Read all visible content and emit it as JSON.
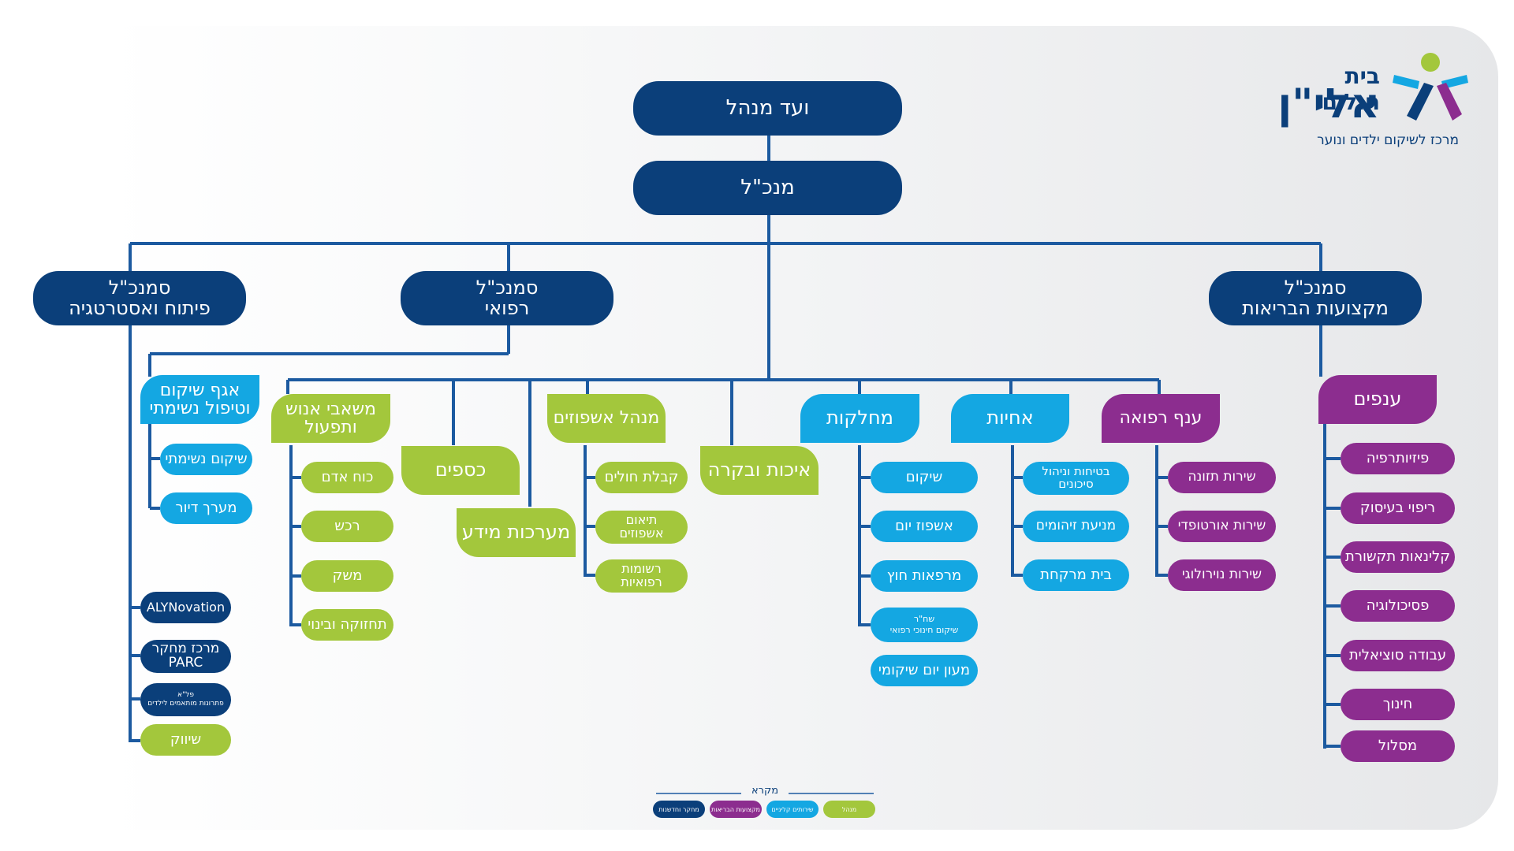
{
  "colors": {
    "navy": "#0b3f7a",
    "lime": "#a3c73c",
    "cyan": "#14a7e2",
    "purple": "#8c2d8f",
    "line": "#1c5aa0"
  },
  "logo": {
    "line1": "בית חולים",
    "line2": "אלי\"ן",
    "tagline": "מרכז לשיקום ילדים ונוער",
    "icon": "people-star-icon"
  },
  "top": {
    "board": "ועד מנהל",
    "ceo": "מנכ\"ל"
  },
  "deputies": {
    "development": "סמנכ\"ל\nפיתוח ואסטרטגיה",
    "medical": "סמנכ\"ל\nרפואי",
    "health_professions": "סמנכ\"ל\nמקצועות הבריאות"
  },
  "development": {
    "rehab_dept": "אגף שיקום\nוטיפול נשימתי",
    "rehab_items": [
      "שיקום נשימתי",
      "מערך דיור"
    ],
    "units": [
      "ALYNovation",
      "מרכז מחקר\nPARC",
      "פל\"א\nפתרונות מותאמים לילדים",
      "שיווק"
    ]
  },
  "medical": {
    "hr": {
      "title": "משאבי אנוש\nותפעול",
      "items": [
        "כוח אדם",
        "רכש",
        "משק",
        "תחזוקה ובינוי"
      ]
    },
    "finance": "כספים",
    "it": "מערכות מידע",
    "admissions": {
      "title": "מנהל אשפוזים",
      "items": [
        "קבלת חולים",
        "תיאום\nאשפוזים",
        "רשומות\nרפואיות"
      ]
    },
    "quality": "איכות ובקרה",
    "departments": {
      "title": "מחלקות",
      "items": [
        "שיקום",
        "אשפוז יום",
        "מרפאות חוץ",
        "שח\"ר\nשיקום חינוכי רפואי",
        "מעון יום שיקומי"
      ]
    },
    "nursing": {
      "title": "אחיות",
      "items": [
        "בטיחות וניהול\nסיכונים",
        "מניעת זיהומים",
        "בית מרקחת"
      ]
    },
    "medicine_branch": {
      "title": "ענף רפואה",
      "items": [
        "שירות תזונה",
        "שירות אורטופדי",
        "שירות נוירולוגי"
      ]
    }
  },
  "health": {
    "branches_title": "ענפים",
    "items": [
      "פיזיותרפיה",
      "ריפוי בעיסוק",
      "קלינאות תקשורת",
      "פסיכולוגיה",
      "עבודה סוציאלית",
      "חינוך",
      "מסלול"
    ]
  },
  "legend": {
    "title": "מקרא",
    "items": [
      "מחקר וחדשנות",
      "מקצועות הבריאות",
      "שירותים קליניים",
      "מנהל"
    ]
  }
}
